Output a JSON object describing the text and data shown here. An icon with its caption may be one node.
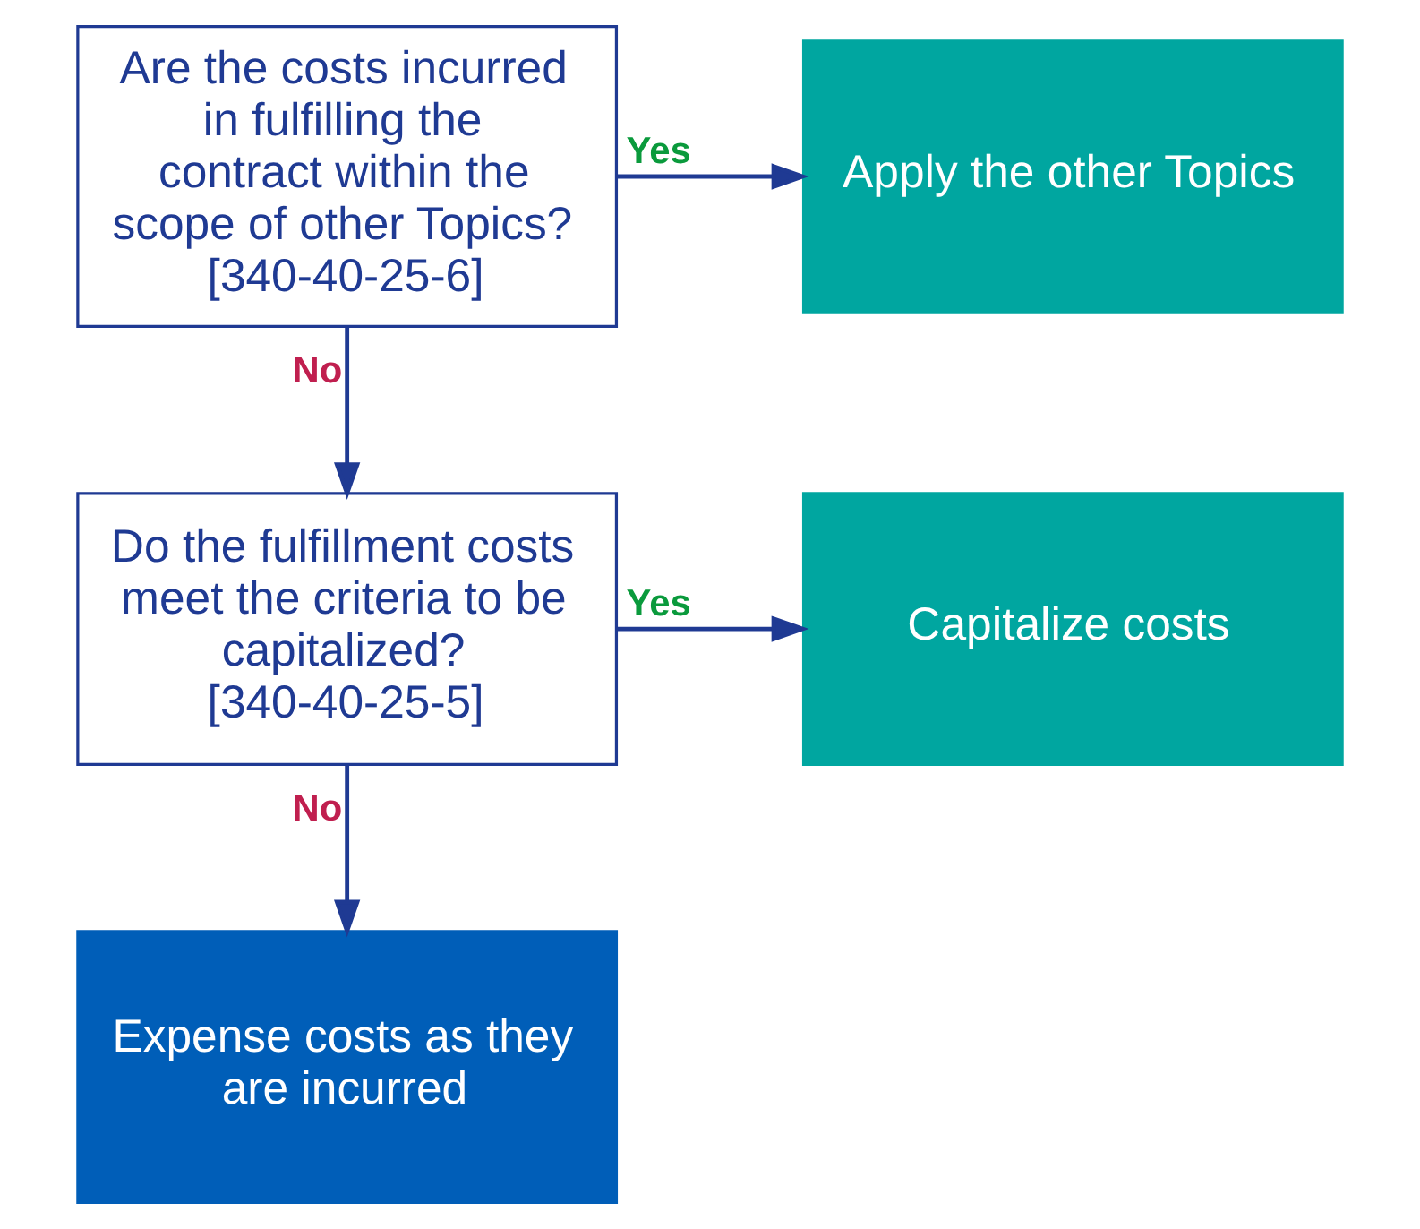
{
  "diagram": {
    "nodes": [
      {
        "text": [
          "Are the costs incurred in fulfilling the contract within the scope of other Topics?",
          "[340-40-25-6]"
        ]
      },
      {
        "text": [
          "Apply the other Topics"
        ]
      },
      {
        "text": [
          "Do the fulfillment costs meet the criteria to be capitalized?",
          "[340-40-25-5]"
        ]
      },
      {
        "text": [
          "Capitalize costs"
        ]
      },
      {
        "text": [
          "Expense costs as they are incurred"
        ]
      }
    ],
    "edges": [
      {
        "from": 0,
        "to": 1,
        "arrow": "to",
        "label": "Yes"
      },
      {
        "from": 0,
        "to": 2,
        "arrow": "to",
        "label": "No"
      },
      {
        "from": 2,
        "to": 3,
        "arrow": "to",
        "label": "Yes"
      },
      {
        "from": 2,
        "to": 4,
        "arrow": "to",
        "label": "No"
      }
    ]
  }
}
